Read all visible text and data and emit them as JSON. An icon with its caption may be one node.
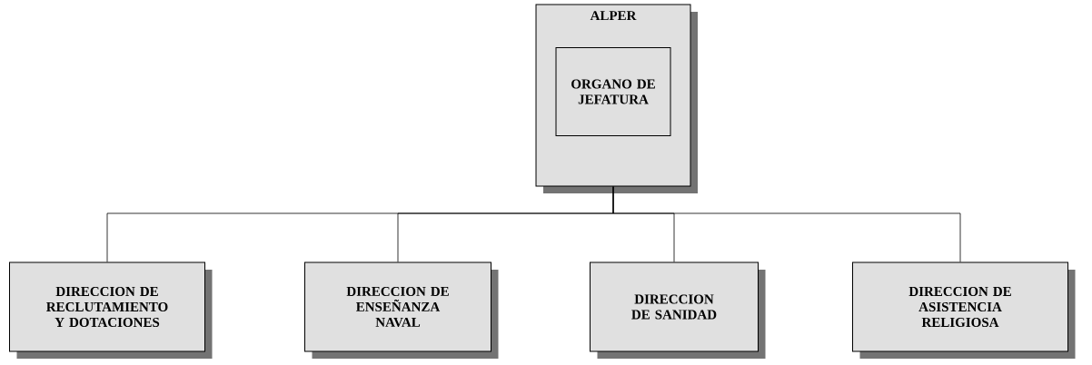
{
  "diagram": {
    "nodes": [
      {
        "text": [
          "ALPER"
        ]
      },
      {
        "text": [
          "ORGANO DE JEFATURA"
        ],
        "in": 0
      },
      {
        "text": [
          "DIRECCION DE RECLUTAMIENTO Y DOTACIONES"
        ]
      },
      {
        "text": [
          "DIRECCION DE ENSEÑANZA NAVAL"
        ]
      },
      {
        "text": [
          "DIRECCION DE SANIDAD"
        ]
      },
      {
        "text": [
          "DIRECCION DE ASISTENCIA RELIGIOSA"
        ]
      }
    ],
    "edges": [
      {
        "from": 0,
        "to": 2,
        "arrow": "none"
      },
      {
        "from": 0,
        "to": 3,
        "arrow": "none"
      },
      {
        "from": 0,
        "to": 4,
        "arrow": "none"
      },
      {
        "from": 0,
        "to": 5,
        "arrow": "none"
      }
    ]
  }
}
